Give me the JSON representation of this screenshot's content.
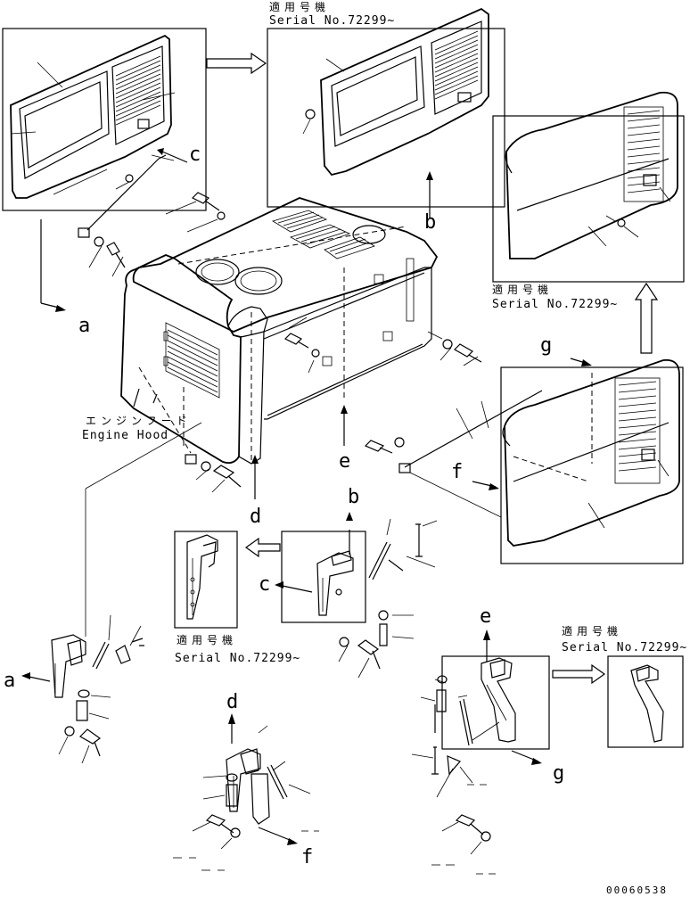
{
  "labels": {
    "serial_jp": "適用号機",
    "serial_no": "Serial No.72299~",
    "engine_hood_jp": "エンジンフード",
    "engine_hood_en": "Engine Hood",
    "a": "a",
    "b": "b",
    "c": "c",
    "d": "d",
    "e": "e",
    "f": "f",
    "g": "g",
    "drawing_code": "00060538"
  }
}
